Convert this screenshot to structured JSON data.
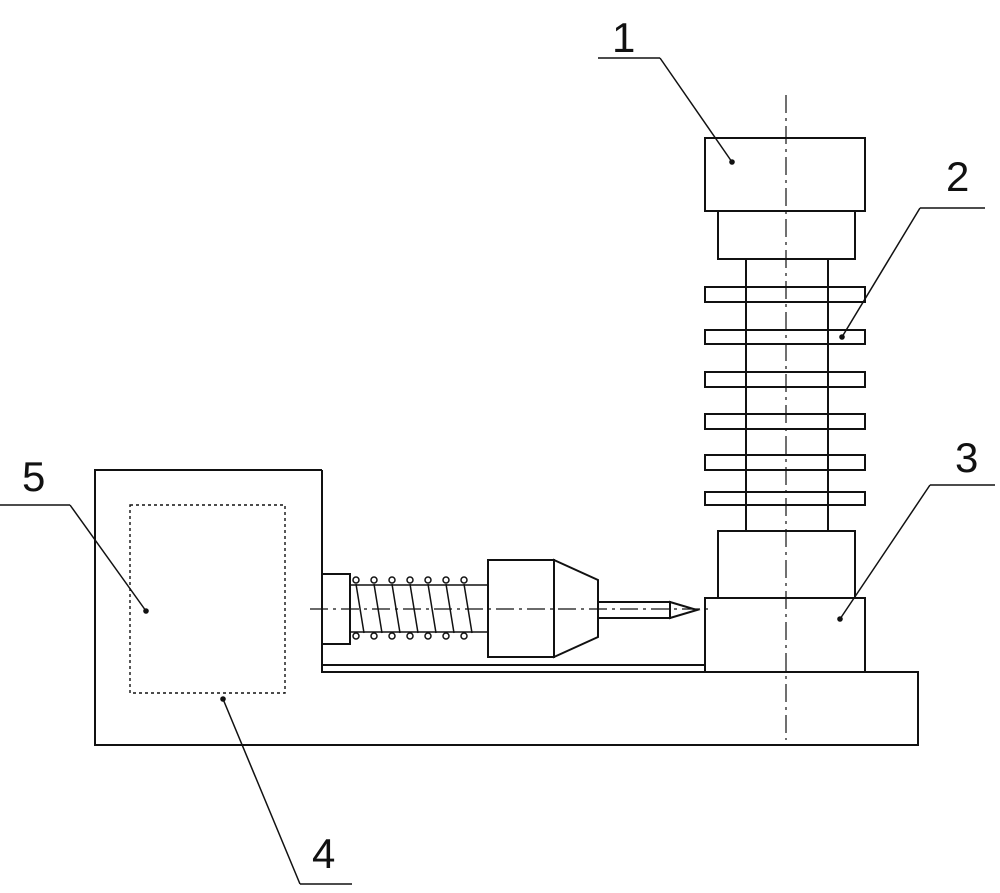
{
  "diagram": {
    "labels": {
      "one": "1",
      "two": "2",
      "three": "3",
      "four": "4",
      "five": "5"
    }
  }
}
